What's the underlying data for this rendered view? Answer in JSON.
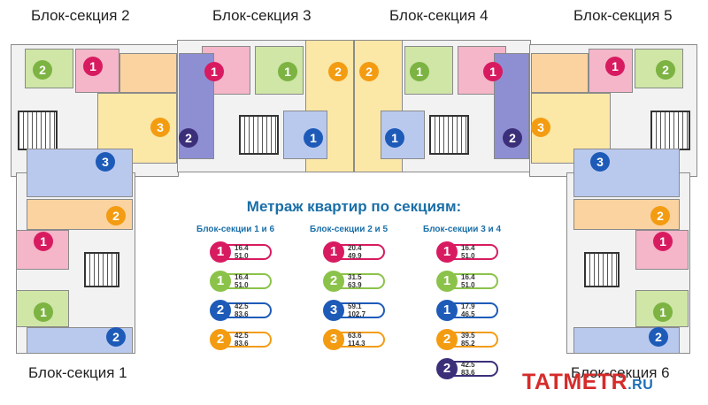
{
  "section_titles": {
    "s1": "Блок-секция 1",
    "s2": "Блок-секция 2",
    "s3": "Блок-секция 3",
    "s4": "Блок-секция 4",
    "s5": "Блок-секция 5",
    "s6": "Блок-секция 6"
  },
  "legend": {
    "heading": "Метраж квартир по секциям:",
    "columns": [
      {
        "title": "Блок-секции 1 и 6",
        "items": [
          {
            "rooms": "1",
            "color": "#d81b60",
            "min": "16.4",
            "max": "51.0"
          },
          {
            "rooms": "1",
            "color": "#8bc34a",
            "min": "16.4",
            "max": "51.0"
          },
          {
            "rooms": "2",
            "color": "#1e5bb8",
            "min": "42.5",
            "max": "83.6"
          },
          {
            "rooms": "2",
            "color": "#f39c12",
            "min": "42.5",
            "max": "83.6"
          }
        ]
      },
      {
        "title": "Блок-секции 2 и 5",
        "items": [
          {
            "rooms": "1",
            "color": "#d81b60",
            "min": "20.4",
            "max": "49.9"
          },
          {
            "rooms": "2",
            "color": "#8bc34a",
            "min": "31.5",
            "max": "63.9"
          },
          {
            "rooms": "3",
            "color": "#1e5bb8",
            "min": "59.1",
            "max": "102.7"
          },
          {
            "rooms": "3",
            "color": "#f39c12",
            "min": "63.6",
            "max": "114.3"
          }
        ]
      },
      {
        "title": "Блок-секции 3 и 4",
        "items": [
          {
            "rooms": "1",
            "color": "#d81b60",
            "min": "16.4",
            "max": "51.0"
          },
          {
            "rooms": "1",
            "color": "#8bc34a",
            "min": "16.4",
            "max": "51.0"
          },
          {
            "rooms": "1",
            "color": "#1e5bb8",
            "min": "17.9",
            "max": "46.5"
          },
          {
            "rooms": "2",
            "color": "#f39c12",
            "min": "39.5",
            "max": "85.2"
          },
          {
            "rooms": "2",
            "color": "#3b2f7a",
            "min": "42.5",
            "max": "83.6"
          }
        ]
      }
    ]
  },
  "watermark": {
    "text": "TATMETR",
    "suffix": ".RU"
  },
  "colors": {
    "pink": "#f4b6c8",
    "green": "#cfe6a6",
    "yellow": "#fbe7a6",
    "blue": "#b9c9ee",
    "violet": "#8e8fd3",
    "orange": "#fbd3a0",
    "gray": "#e8e8e8"
  }
}
